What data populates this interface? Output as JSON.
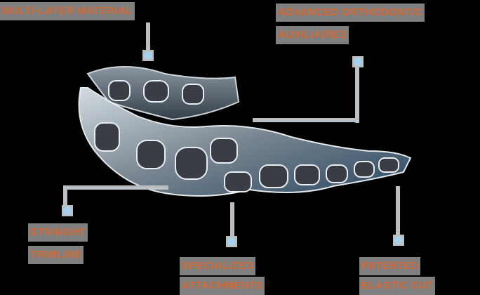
{
  "labels": {
    "multilayer": [
      "Multi-Layer Material"
    ],
    "advanced": [
      "Advanced Orthodontic",
      "Auxiliaries"
    ],
    "trimline": [
      "Straight",
      "Trimline"
    ],
    "attachments": [
      "Specialized",
      "Attachments"
    ],
    "elastic": [
      "Patented",
      "Elastic Cut"
    ]
  },
  "image": {
    "subject": "clear aligner tray",
    "icon": "aligner-image"
  },
  "colors": {
    "label_text": "#d46a35",
    "label_bg": "#7f7f7f",
    "callout_dot": "#a7d0ee",
    "background": "#000000"
  }
}
